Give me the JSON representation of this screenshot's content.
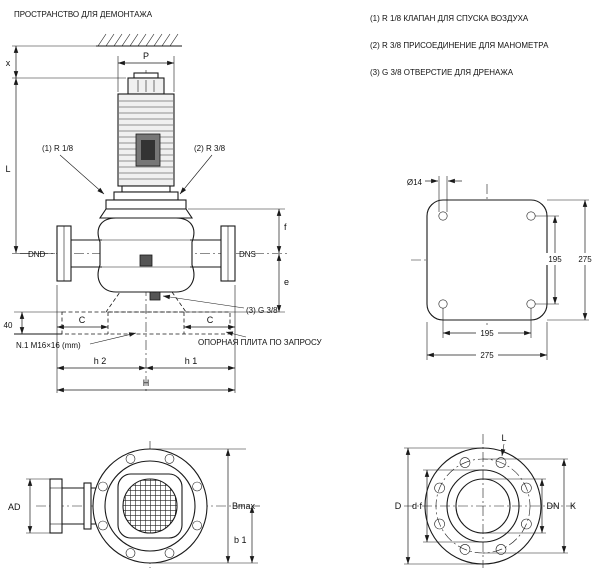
{
  "legend": {
    "line1": "(1) R 1/8 КЛАПАН ДЛЯ СПУСКА ВОЗДУХА",
    "line2": "(2) R 3/8 ПРИСОЕДИНЕНИЕ ДЛЯ МАНОМЕТРА",
    "line3": "(3) G 3/8 ОТВЕРСТИЕ ДЛЯ ДРЕНАЖА"
  },
  "side_view": {
    "title": "ПРОСТРАНСТВО ДЛЯ ДЕМОНТАЖА",
    "dim_x": "x",
    "dim_L": "L",
    "dim_P": "P",
    "callout_1": "(1)  R 1/8",
    "callout_2": "(2)  R 3/8",
    "callout_3": "(3)  G 3/8",
    "port_left": "DND",
    "port_right": "DNS",
    "dim_f": "f",
    "dim_e": "e",
    "dim_40": "40",
    "dim_c_left": "C",
    "dim_c_right": "C",
    "bolt_note": "N.1  M16×16 (mm)",
    "plate_note": "ОПОРНАЯ ПЛИТА ПО ЗАПРОСУ",
    "dim_h2": "h 2",
    "dim_h1": "h 1",
    "dim_H": "H"
  },
  "plate_view": {
    "hole_dia": "Ø14",
    "pitch_v": "195",
    "overall_v": "275",
    "pitch_h": "195",
    "overall_h": "275"
  },
  "front_view": {
    "dim_ad": "AD",
    "dim_bmax": "Bmax",
    "dim_b1": "b 1"
  },
  "flange_view": {
    "dim_l": "L",
    "dim_d": "D",
    "dim_df": "d f",
    "dim_dn": "DN",
    "dim_k": "K"
  }
}
